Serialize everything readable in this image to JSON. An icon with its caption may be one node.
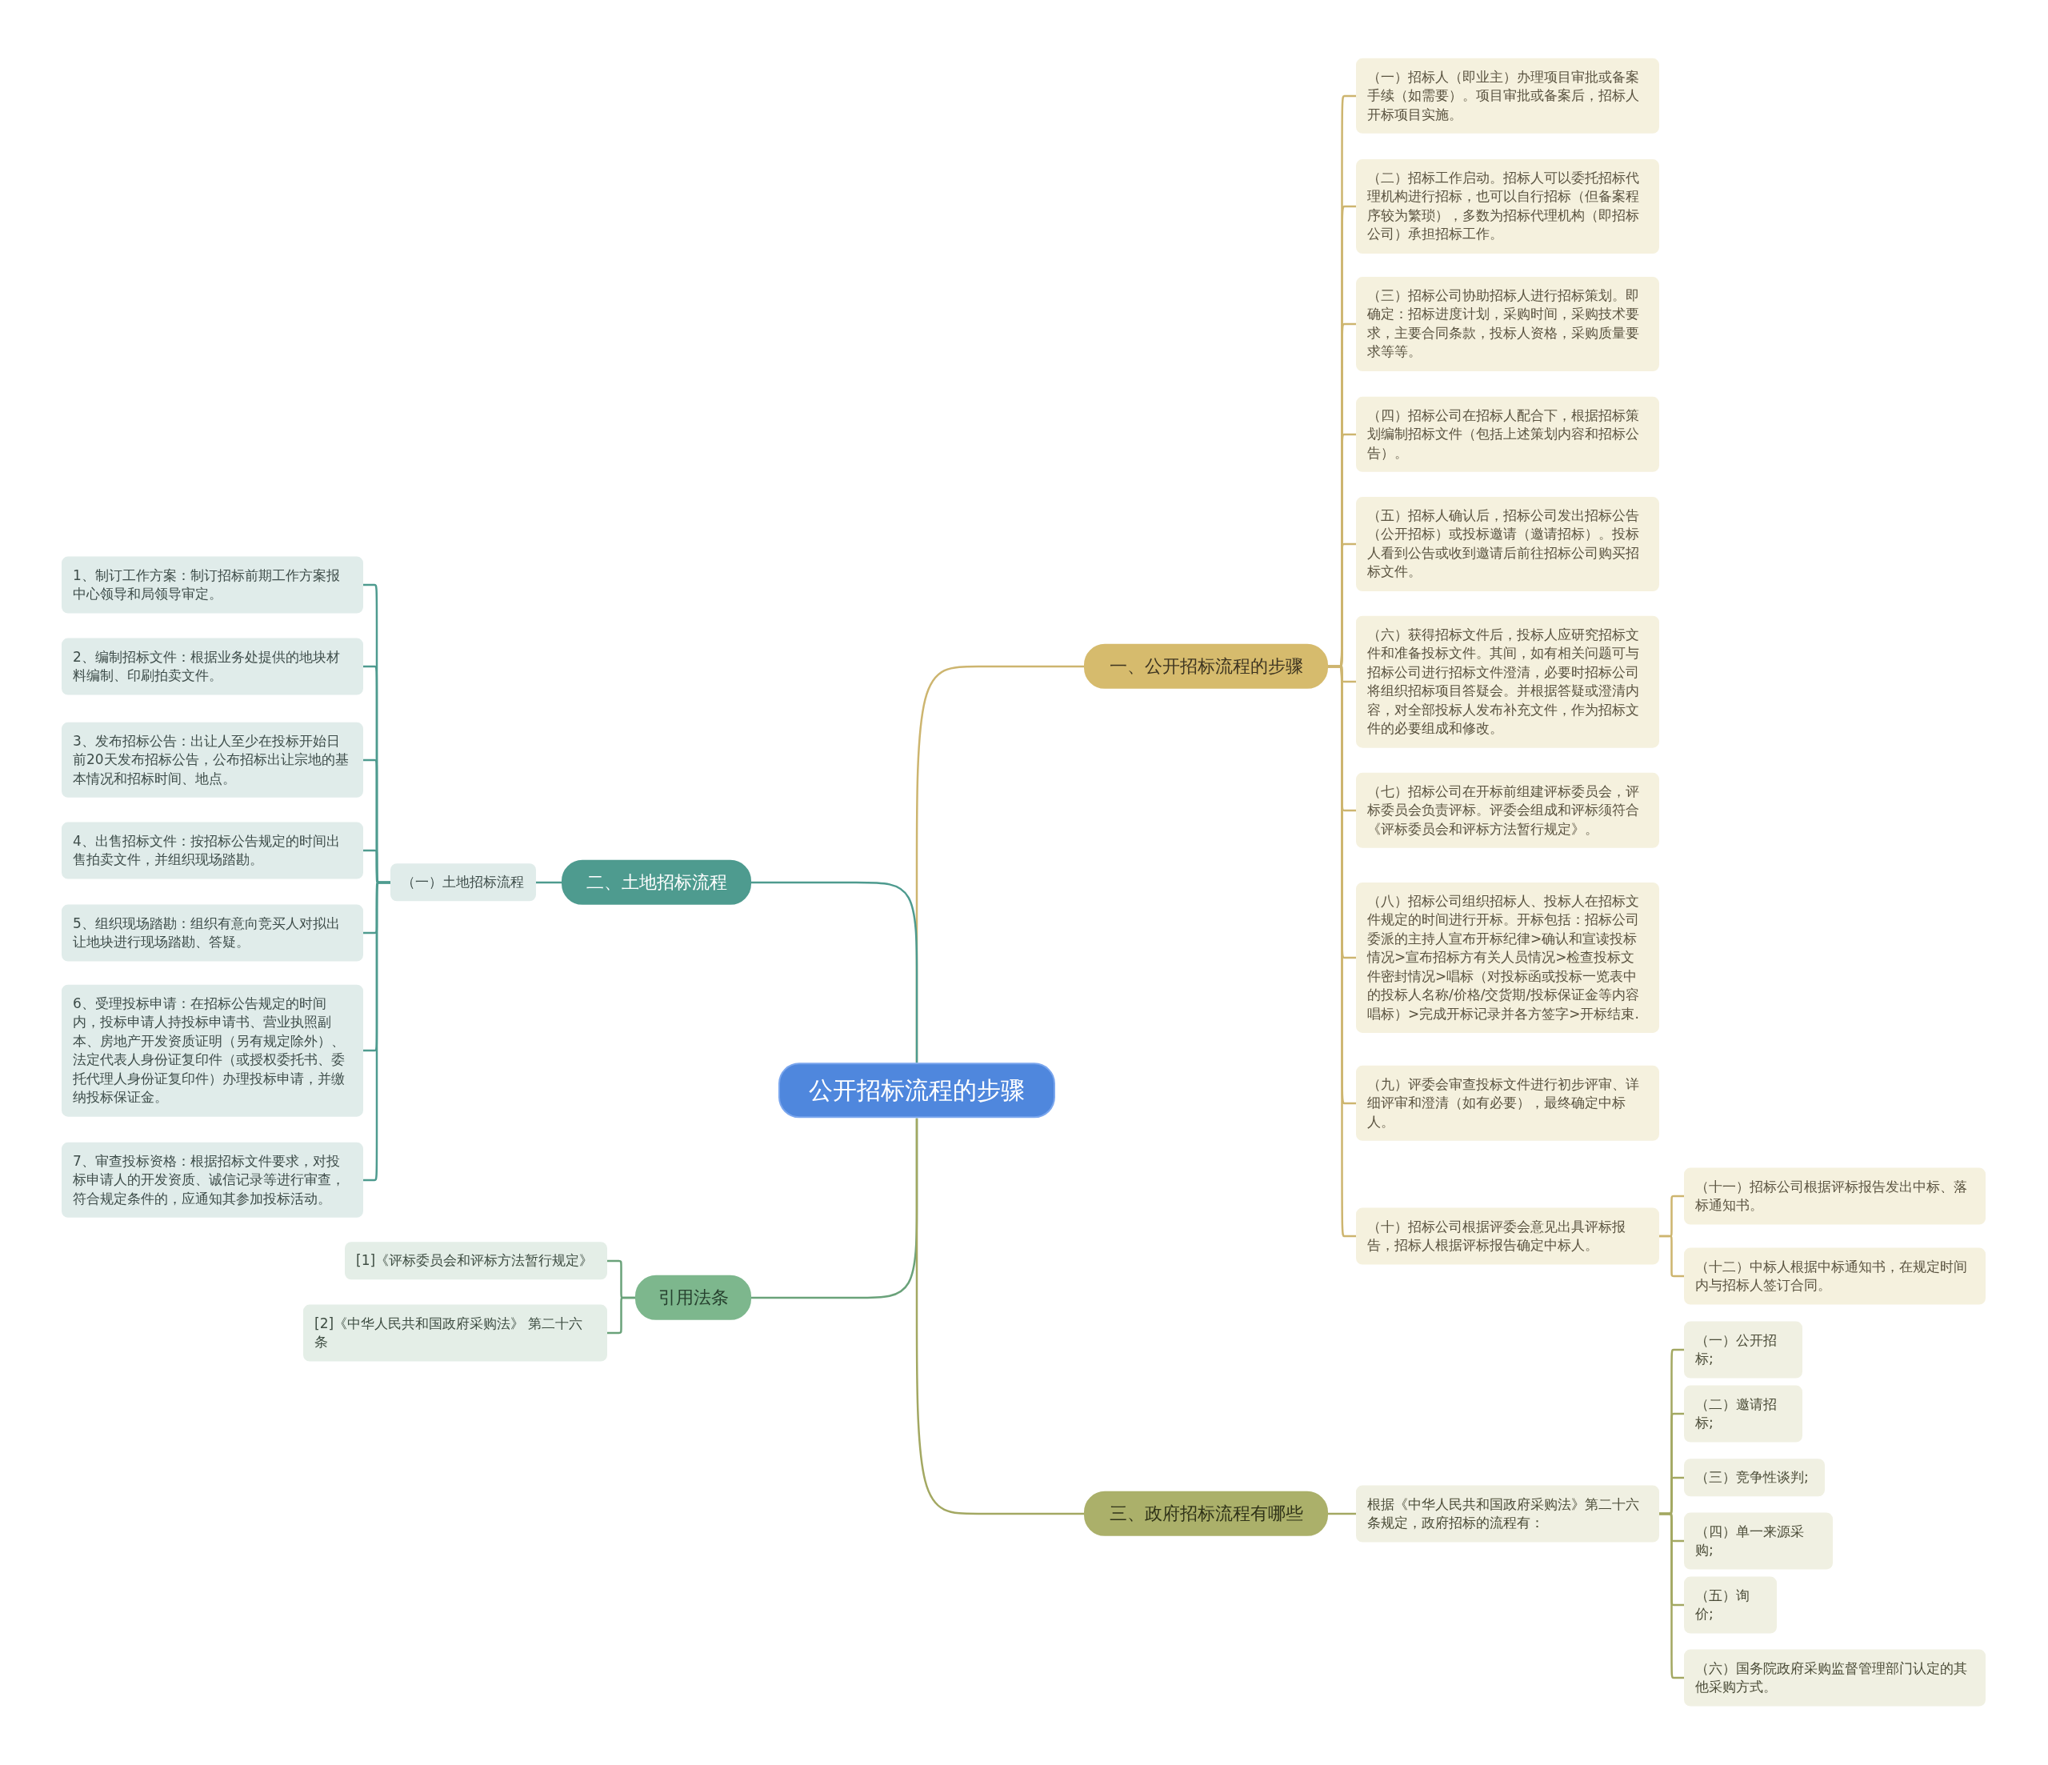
{
  "diagram": {
    "nodes": [
      {
        "text": [
          "公开招标流程的步骤"
        ]
      },
      {
        "text": [
          "一、公开招标流程的步骤"
        ]
      },
      {
        "text": [
          "（一）招标人（即业主）办理项目审批或备案手续（如需要）。项目审批或备案后，招标人开标项目实施。"
        ]
      },
      {
        "text": [
          "（二）招标工作启动。招标人可以委托招标代理机构进行招标，也可以自行招标（但备案程序较为繁琐），多数为招标代理机构（即招标公司）承担招标工作。"
        ]
      },
      {
        "text": [
          "（三）招标公司协助招标人进行招标策划。即确定：招标进度计划，采购时间，采购技术要求，主要合同条款，投标人资格，采购质量要求等等。"
        ]
      },
      {
        "text": [
          "（四）招标公司在招标人配合下，根据招标策划编制招标文件（包括上述策划内容和招标公告）。"
        ]
      },
      {
        "text": [
          "（五）招标人确认后，招标公司发出招标公告（公开招标）或投标邀请（邀请招标）。投标人看到公告或收到邀请后前往招标公司购买招标文件。"
        ]
      },
      {
        "text": [
          "（六）获得招标文件后，投标人应研究招标文件和准备投标文件。其间，如有相关问题可与招标公司进行招标文件澄清，必要时招标公司将组织招标项目答疑会。并根据答疑或澄清内容，对全部投标人发布补充文件，作为招标文件的必要组成和修改。"
        ]
      },
      {
        "text": [
          "（七）招标公司在开标前组建评标委员会，评标委员会负责评标。评委会组成和评标须符合《评标委员会和评标方法暂行规定》。"
        ]
      },
      {
        "text": [
          "（八）招标公司组织招标人、投标人在招标文件规定的时间进行开标。开标包括：招标公司委派的主持人宣布开标纪律>确认和宣读投标情况>宣布招标方有关人员情况>检查投标文件密封情况>唱标（对投标函或投标一览表中的投标人名称/价格/交货期/投标保证金等内容唱标）>完成开标记录并各方签字>开标结束."
        ]
      },
      {
        "text": [
          "（九）评委会审查投标文件进行初步评审、详细评审和澄清（如有必要），最终确定中标人。"
        ]
      },
      {
        "text": [
          "（十）招标公司根据评委会意见出具评标报告，招标人根据评标报告确定中标人。"
        ]
      },
      {
        "text": [
          "（十一）招标公司根据评标报告发出中标、落标通知书。"
        ]
      },
      {
        "text": [
          "（十二）中标人根据中标通知书，在规定时间内与招标人签订合同。"
        ]
      },
      {
        "text": [
          "二、土地招标流程"
        ]
      },
      {
        "text": [
          "（一）土地招标流程"
        ]
      },
      {
        "text": [
          "1、制订工作方案：制订招标前期工作方案报中心领导和局领导审定。"
        ]
      },
      {
        "text": [
          "2、编制招标文件：根据业务处提供的地块材料编制、印刷拍卖文件。"
        ]
      },
      {
        "text": [
          "3、发布招标公告：出让人至少在投标开始日前20天发布招标公告，公布招标出让宗地的基本情况和招标时间、地点。"
        ]
      },
      {
        "text": [
          "4、出售招标文件：按招标公告规定的时间出售拍卖文件，并组织现场踏勘。"
        ]
      },
      {
        "text": [
          "5、组织现场踏勘：组织有意向竞买人对拟出让地块进行现场踏勘、答疑。"
        ]
      },
      {
        "text": [
          "6、受理投标申请：在招标公告规定的时间内，投标申请人持投标申请书、营业执照副本、房地产开发资质证明（另有规定除外）、法定代表人身份证复印件（或授权委托书、委托代理人身份证复印件）办理投标申请，并缴纳投标保证金。"
        ]
      },
      {
        "text": [
          "7、审查投标资格：根据招标文件要求，对投标申请人的开发资质、诚信记录等进行审查，符合规定条件的，应通知其参加投标活动。"
        ]
      },
      {
        "text": [
          "引用法条"
        ]
      },
      {
        "text": [
          "[1]《评标委员会和评标方法暂行规定》"
        ]
      },
      {
        "text": [
          "[2]《中华人民共和国政府采购法》 第二十六条"
        ]
      },
      {
        "text": [
          "三、政府招标流程有哪些"
        ]
      },
      {
        "text": [
          "根据《中华人民共和国政府采购法》第二十六条规定，政府招标的流程有："
        ]
      },
      {
        "text": [
          "（一）公开招标;"
        ]
      },
      {
        "text": [
          "（二）邀请招标;"
        ]
      },
      {
        "text": [
          "（三）竞争性谈判;"
        ]
      },
      {
        "text": [
          "（四）单一来源采购;"
        ]
      },
      {
        "text": [
          "（五）询价;"
        ]
      },
      {
        "text": [
          "（六）国务院政府采购监督管理部门认定的其他采购方式。"
        ]
      }
    ],
    "edges": [
      {
        "from": 0,
        "to": 1,
        "arrow": "none"
      },
      {
        "from": 1,
        "to": 2,
        "arrow": "none"
      },
      {
        "from": 1,
        "to": 3,
        "arrow": "none"
      },
      {
        "from": 1,
        "to": 4,
        "arrow": "none"
      },
      {
        "from": 1,
        "to": 5,
        "arrow": "none"
      },
      {
        "from": 1,
        "to": 6,
        "arrow": "none"
      },
      {
        "from": 1,
        "to": 7,
        "arrow": "none"
      },
      {
        "from": 1,
        "to": 8,
        "arrow": "none"
      },
      {
        "from": 1,
        "to": 9,
        "arrow": "none"
      },
      {
        "from": 1,
        "to": 10,
        "arrow": "none"
      },
      {
        "from": 1,
        "to": 11,
        "arrow": "none"
      },
      {
        "from": 11,
        "to": 12,
        "arrow": "none"
      },
      {
        "from": 11,
        "to": 13,
        "arrow": "none"
      },
      {
        "from": 0,
        "to": 14,
        "arrow": "none",
        "color": "#4e9b8f"
      },
      {
        "from": 14,
        "to": 15,
        "arrow": "none",
        "color": "#4e9b8f"
      },
      {
        "from": 15,
        "to": 16,
        "arrow": "none",
        "color": "#4e9b8f"
      },
      {
        "from": 15,
        "to": 17,
        "arrow": "none",
        "color": "#4e9b8f"
      },
      {
        "from": 15,
        "to": 18,
        "arrow": "none",
        "color": "#4e9b8f"
      },
      {
        "from": 15,
        "to": 19,
        "arrow": "none",
        "color": "#4e9b8f"
      },
      {
        "from": 15,
        "to": 20,
        "arrow": "none",
        "color": "#4e9b8f"
      },
      {
        "from": 15,
        "to": 21,
        "arrow": "none",
        "color": "#4e9b8f"
      },
      {
        "from": 15,
        "to": 22,
        "arrow": "none",
        "color": "#4e9b8f"
      },
      {
        "from": 0,
        "to": 23,
        "arrow": "none",
        "color": "#6aa27a"
      },
      {
        "from": 23,
        "to": 24,
        "arrow": "none",
        "color": "#6aa27a"
      },
      {
        "from": 23,
        "to": 25,
        "arrow": "none",
        "color": "#6aa27a"
      },
      {
        "from": 0,
        "to": 26,
        "arrow": "none",
        "color": "#a3a862"
      },
      {
        "from": 26,
        "to": 27,
        "arrow": "none",
        "color": "#a3a862"
      },
      {
        "from": 27,
        "to": 28,
        "arrow": "none",
        "color": "#a3a862"
      },
      {
        "from": 27,
        "to": 29,
        "arrow": "none",
        "color": "#a3a862"
      },
      {
        "from": 27,
        "to": 30,
        "arrow": "none",
        "color": "#a3a862"
      },
      {
        "from": 27,
        "to": 31,
        "arrow": "none",
        "color": "#a3a862"
      },
      {
        "from": 27,
        "to": 32,
        "arrow": "none",
        "color": "#a3a862"
      },
      {
        "from": 27,
        "to": 33,
        "arrow": "none",
        "color": "#a3a862"
      }
    ]
  }
}
